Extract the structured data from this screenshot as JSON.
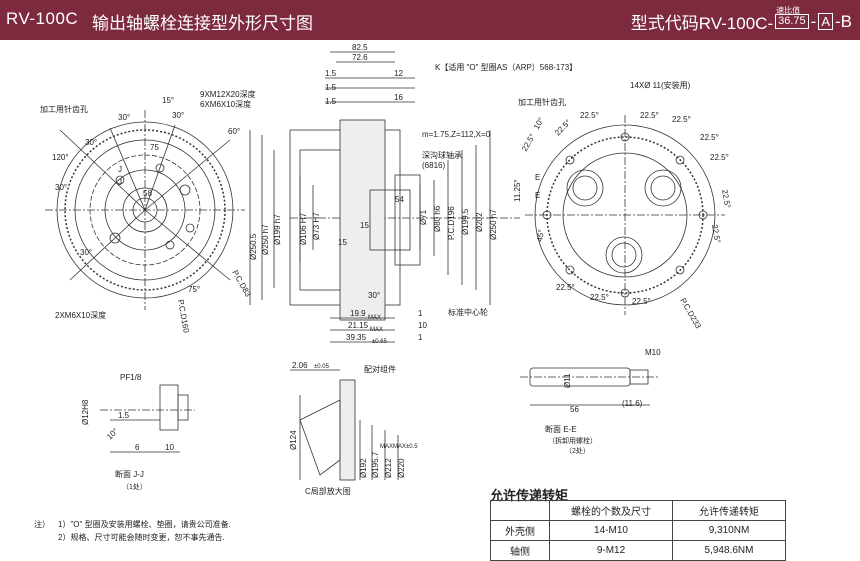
{
  "header": {
    "model": "RV-100C",
    "title": "输出轴螺栓连接型外形尺寸图",
    "code_prefix": "型式代码RV-100C-",
    "ratio_caption": "速比值",
    "ratio": "36.75",
    "opt_a": "A",
    "opt_b": "B"
  },
  "left_view": {
    "angles": [
      "15°",
      "30°",
      "30°",
      "30°",
      "60°",
      "120°",
      "30°",
      "30°",
      "75°"
    ],
    "callouts": [
      "9XM12X20深度",
      "6XM6X10深度",
      "加工用针齿孔",
      "2XM6X10深度",
      "P.C.D83",
      "P.C.D160"
    ],
    "labels": [
      "J",
      "J",
      "58",
      "75"
    ]
  },
  "section_view": {
    "top_dims": [
      "82.5",
      "72.6",
      "12",
      "16",
      "1.5",
      "1.5",
      "1.5"
    ],
    "callouts": [
      "K【适用 \"O\" 型圈AS（ARP）568-173】",
      "m=1.75,Z=112,X=0",
      "深沟球轴承",
      "(6816)",
      "标准中心轮"
    ],
    "vertical_dims": [
      "Ø250.5",
      "Ø250 h7",
      "Ø199 h7",
      "Ø106 H7",
      "Ø73 H7",
      "Ø71",
      "Ø80 h6",
      "P.C.D196",
      "Ø199.5",
      "Ø202",
      "Ø250 h7"
    ],
    "inner_dims": [
      "54",
      "15",
      "15",
      "30°"
    ],
    "bottom_dims": [
      "19.9",
      "21.15",
      "39.35",
      "1",
      "10",
      "1"
    ],
    "bottom_sup": [
      "MAX",
      "MAX",
      "±0.65"
    ]
  },
  "right_view": {
    "callouts": [
      "14XØ 11(安装用)",
      "加工用针齿孔",
      "P.C.D233"
    ],
    "angles": [
      "10°",
      "22.5°",
      "22.5°",
      "22.5°",
      "22.5°",
      "22.5°",
      "22.5°",
      "22.5°",
      "22.5°",
      "22.5°",
      "22.5°",
      "22.5°",
      "45°",
      "22.5°"
    ],
    "labels": [
      "E",
      "E",
      "11.25°"
    ]
  },
  "detail_jj": {
    "title": "断面 J-J",
    "count": "（1处）",
    "pf": "PF1/8",
    "dia": "Ø12H8",
    "dims": [
      "1.5",
      "6",
      "10",
      "10°"
    ]
  },
  "detail_c": {
    "title": "C局部放大图",
    "top_dim": "2.06",
    "top_tol": "±0.05",
    "part": "配对组件",
    "dims": [
      "Ø124",
      "Ø192",
      "Ø195.7",
      "Ø212",
      "Ø220"
    ],
    "sups": [
      "MAX",
      "MAX",
      "±0.5"
    ]
  },
  "detail_ee": {
    "title": "断面 E-E",
    "sub": "（拆卸用螺栓）",
    "count": "（2处）",
    "bolt": "M10",
    "dims": [
      "Ø11",
      "56",
      "(11.6)"
    ]
  },
  "torque": {
    "title": "允许传递转矩",
    "headers": [
      "",
      "螺栓的个数及尺寸",
      "允许传递转矩"
    ],
    "rows": [
      [
        "外壳侧",
        "14-M10",
        "9,310NM"
      ],
      [
        "轴侧",
        "9-M12",
        "5,948.6NM"
      ]
    ]
  },
  "notes": {
    "label": "注）",
    "lines": [
      "1）\"O\" 型圈及安装用螺栓、垫圈，请贵公司准备.",
      "2）规格、尺寸可能会随时变更，恕不事先通告."
    ]
  },
  "colors": {
    "header_bg": "#7d2a3e",
    "header_fg": "#ffffff",
    "line": "#333333"
  }
}
